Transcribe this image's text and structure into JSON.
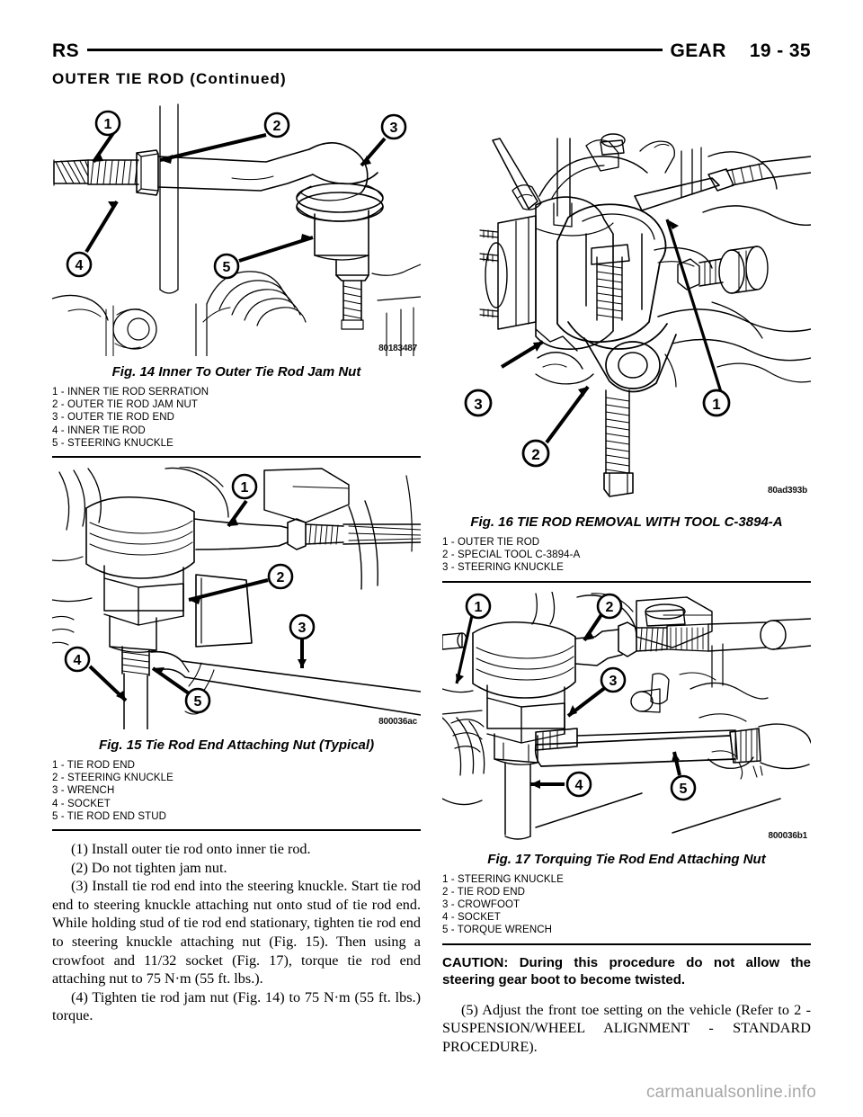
{
  "header": {
    "left_code": "RS",
    "book_name": "GEAR",
    "page_number": "19 - 35",
    "section_title": "OUTER TIE ROD (Continued)"
  },
  "watermark": "carmanualsonline.info",
  "figures": [
    {
      "id": "fig-14",
      "image_id": "80183487",
      "caption": "Fig. 14 Inner To Outer Tie Rod Jam Nut",
      "callouts": [
        "1",
        "2",
        "3",
        "4",
        "5"
      ],
      "legend": [
        "1 - INNER TIE ROD SERRATION",
        "2 - OUTER TIE ROD JAM NUT",
        "3 - OUTER TIE ROD END",
        "4 - INNER TIE ROD",
        "5 - STEERING KNUCKLE"
      ]
    },
    {
      "id": "fig-15",
      "image_id": "800036ac",
      "caption": "Fig. 15 Tie Rod End Attaching Nut (Typical)",
      "callouts": [
        "1",
        "2",
        "3",
        "4",
        "5"
      ],
      "legend": [
        "1 - TIE ROD END",
        "2 - STEERING KNUCKLE",
        "3 - WRENCH",
        "4 - SOCKET",
        "5 - TIE ROD END STUD"
      ]
    },
    {
      "id": "fig-16",
      "image_id": "80ad393b",
      "caption": "Fig. 16 TIE ROD REMOVAL WITH TOOL C-3894-A",
      "callouts": [
        "1",
        "2",
        "3"
      ],
      "legend": [
        "1 - OUTER TIE ROD",
        "2 - SPECIAL TOOL C-3894-A",
        "3 - STEERING KNUCKLE"
      ]
    },
    {
      "id": "fig-17",
      "image_id": "800036b1",
      "caption": "Fig. 17 Torquing Tie Rod End Attaching Nut",
      "callouts": [
        "1",
        "2",
        "3",
        "4",
        "5"
      ],
      "legend": [
        "1 - STEERING KNUCKLE",
        "2 - TIE ROD END",
        "3 - CROWFOOT",
        "4 - SOCKET",
        "5 - TORQUE WRENCH"
      ]
    }
  ],
  "body": {
    "step1": "(1) Install outer tie rod onto inner tie rod.",
    "step2": "(2) Do not tighten jam nut.",
    "step3": "(3) Install tie rod end into the steering knuckle. Start tie rod end to steering knuckle attaching nut onto stud of tie rod end. While holding stud of tie rod end stationary, tighten tie rod end to steering knuckle attaching nut (Fig. 15). Then using a crowfoot and 11/32 socket (Fig. 17), torque tie rod end attaching nut to 75 N·m (55 ft. lbs.).",
    "step4": "(4) Tighten tie rod jam nut (Fig. 14) to 75 N·m (55 ft. lbs.) torque.",
    "caution": "CAUTION: During this procedure do not allow the steering gear boot to become twisted.",
    "step5": "(5) Adjust the front toe setting on the vehicle (Refer to 2 - SUSPENSION/WHEEL ALIGNMENT - STANDARD PROCEDURE)."
  }
}
